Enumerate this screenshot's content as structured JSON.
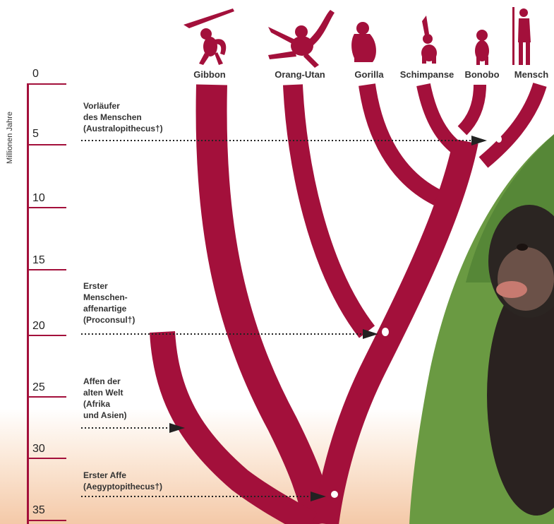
{
  "axis": {
    "title": "Millionen Jahre",
    "ticks": [
      "0",
      "5",
      "10",
      "15",
      "20",
      "25",
      "30",
      "35"
    ]
  },
  "species": [
    {
      "name": "Gibbon",
      "icon": "gibbon-icon"
    },
    {
      "name": "Orang-Utan",
      "icon": "orangutan-icon"
    },
    {
      "name": "Gorilla",
      "icon": "gorilla-icon"
    },
    {
      "name": "Schimpanse",
      "icon": "chimpanzee-icon"
    },
    {
      "name": "Bonobo",
      "icon": "bonobo-icon"
    },
    {
      "name": "Mensch",
      "icon": "human-icon"
    }
  ],
  "annotations": [
    {
      "lines": [
        "Vorläufer",
        "des Menschen",
        "(Australopithecus†)"
      ]
    },
    {
      "lines": [
        "Erster",
        "Menschen-",
        "affenartige",
        "(Proconsul†)"
      ]
    },
    {
      "lines": [
        "Affen der",
        "alten Welt",
        "(Afrika",
        "und Asien)"
      ]
    },
    {
      "lines": [
        "Erster Affe",
        "(Aegyptopithecus†)"
      ]
    }
  ],
  "colors": {
    "tree": "#a3103b",
    "photo_green": "#5a8a3a"
  }
}
